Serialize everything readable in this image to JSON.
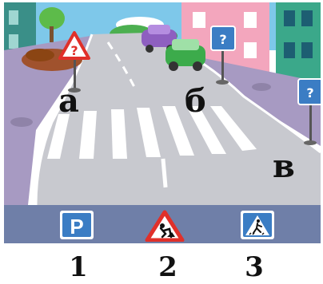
{
  "scene": {
    "labels": {
      "a": "а",
      "b": "б",
      "v": "в"
    },
    "unknown_sign_mark": "?",
    "colors": {
      "sky": "#7ec8ea",
      "road": "#c8c9cf",
      "sidewalk": "#a79ac2",
      "crossing": "#ffffff",
      "sign_blue": "#3b7dc4",
      "warning_red": "#e0302a"
    }
  },
  "answer_signs": [
    {
      "number": "1",
      "icon": "parking-sign-icon",
      "glyph": "P"
    },
    {
      "number": "2",
      "icon": "road-works-sign-icon"
    },
    {
      "number": "3",
      "icon": "pedestrian-crossing-sign-icon"
    }
  ]
}
